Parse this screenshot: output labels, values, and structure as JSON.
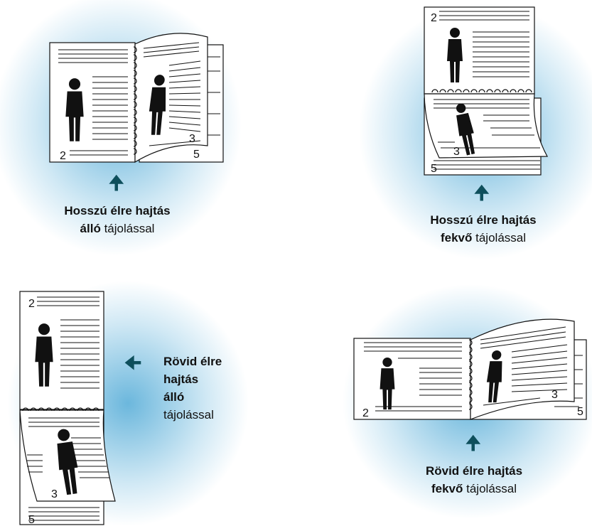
{
  "colors": {
    "accent": "#0e4f5c",
    "glow": "#3a9fd1"
  },
  "panels": {
    "top_left": {
      "page_left": "2",
      "page_right_front": "3",
      "page_right_back": "5",
      "arrow_icon": "up-arrow-icon",
      "caption_bold_1": "Hosszú élre hajtás",
      "caption_bold_2": "álló",
      "caption_normal_2": " tájolással"
    },
    "top_right": {
      "page_top": "2",
      "page_bottom_front": "3",
      "page_bottom_back": "5",
      "arrow_icon": "up-arrow-icon",
      "caption_bold_1": "Hosszú élre hajtás",
      "caption_bold_2": "fekvő",
      "caption_normal_2": " tájolással"
    },
    "bottom_left": {
      "page_top": "2",
      "page_bottom_front": "3",
      "page_bottom_back": "5",
      "arrow_icon": "left-arrow-icon",
      "caption_bold_1": "Rövid élre",
      "caption_bold_2": "hajtás",
      "caption_bold_3": "álló",
      "caption_normal_4": "tájolással"
    },
    "bottom_right": {
      "page_left": "2",
      "page_right_front": "3",
      "page_right_back": "5",
      "arrow_icon": "up-arrow-icon",
      "caption_bold_1": "Rövid élre hajtás",
      "caption_bold_2": "fekvő",
      "caption_normal_2": " tájolással"
    }
  }
}
